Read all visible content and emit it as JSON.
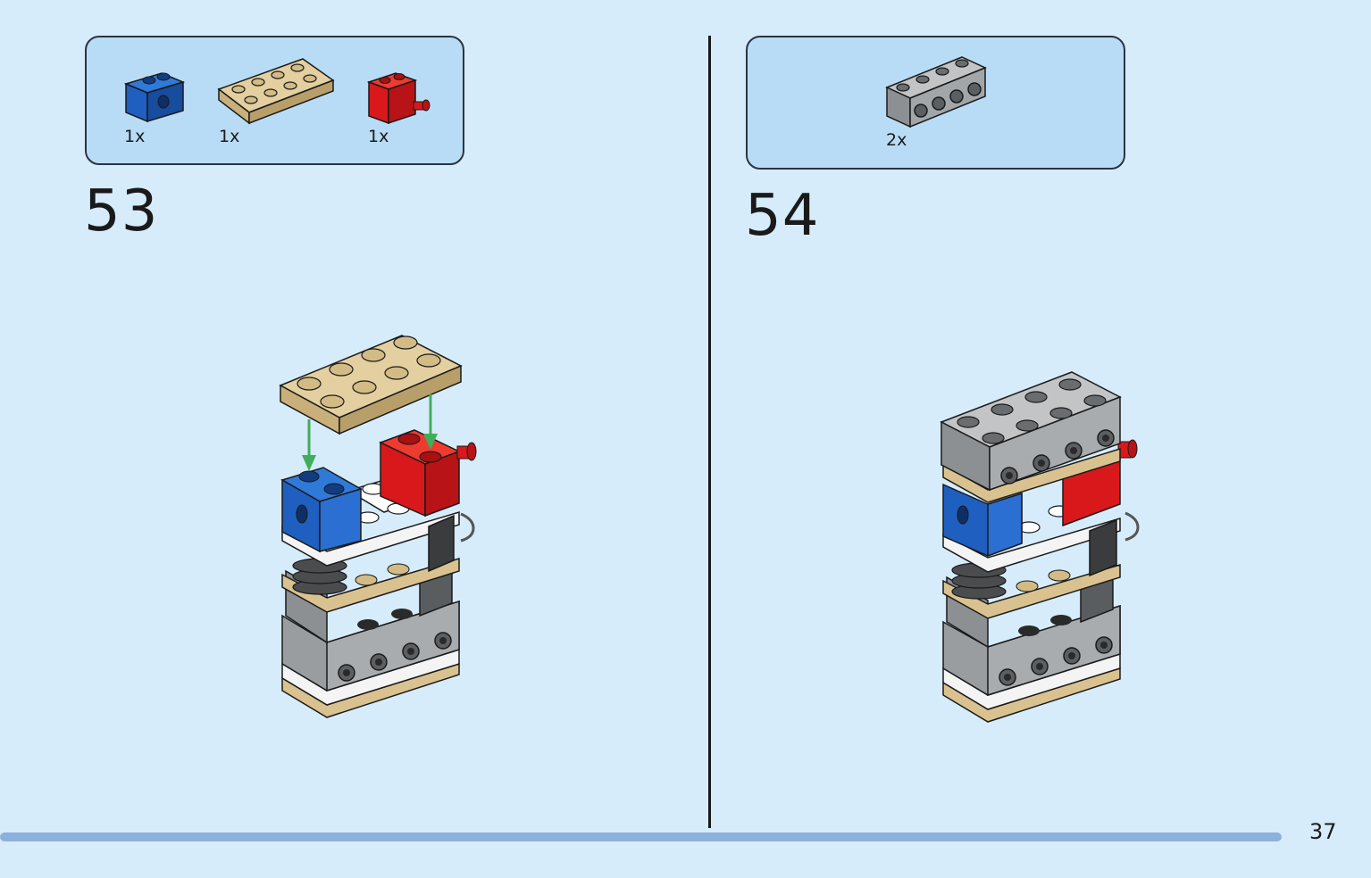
{
  "steps": [
    {
      "number": "53",
      "parts": [
        {
          "name": "blue technic brick 1x2 with hole",
          "qty": "1x",
          "color": "#1f5fbf"
        },
        {
          "name": "tan plate 2x4",
          "qty": "1x",
          "color": "#d9c28f"
        },
        {
          "name": "red brick with pin",
          "qty": "1x",
          "color": "#d9181b"
        }
      ]
    },
    {
      "number": "54",
      "parts": [
        {
          "name": "grey technic brick 1x4 with holes",
          "qty": "2x",
          "color": "#a3a6a9"
        }
      ]
    }
  ],
  "page": {
    "number": "37"
  },
  "colors": {
    "background": "#d6ecfb",
    "callout": "#b9dcf6",
    "progress": "#8eb0dc",
    "arrow": "#3fae5a"
  }
}
